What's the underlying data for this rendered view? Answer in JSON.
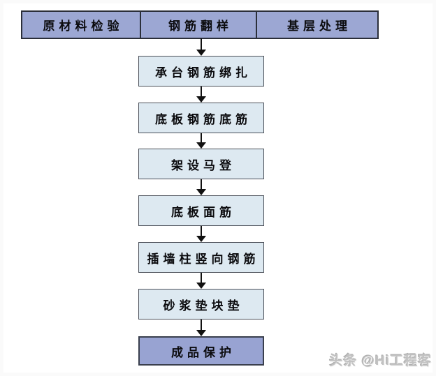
{
  "flow": {
    "top_row": [
      {
        "label": "原材料检验"
      },
      {
        "label": "钢筋翻样"
      },
      {
        "label": "基层处理"
      }
    ],
    "steps": [
      {
        "label": "承台钢筋绑扎"
      },
      {
        "label": "底板钢筋底筋"
      },
      {
        "label": "架设马登"
      },
      {
        "label": "底板面筋"
      },
      {
        "label": "插墙柱竖向钢筋"
      },
      {
        "label": "砂浆垫块垫"
      },
      {
        "label": "成品保护"
      }
    ]
  },
  "colors": {
    "header_fill": "#9ca7d3",
    "header_border": "#2b2f3a",
    "step_fill": "#dde9f1",
    "step_border": "#4a4f58",
    "final_fill": "#98a3d2",
    "arrow": "#111111",
    "watermark_gray": "#c2c2c2"
  },
  "watermark": {
    "text": "头条 @Hi工程客"
  }
}
